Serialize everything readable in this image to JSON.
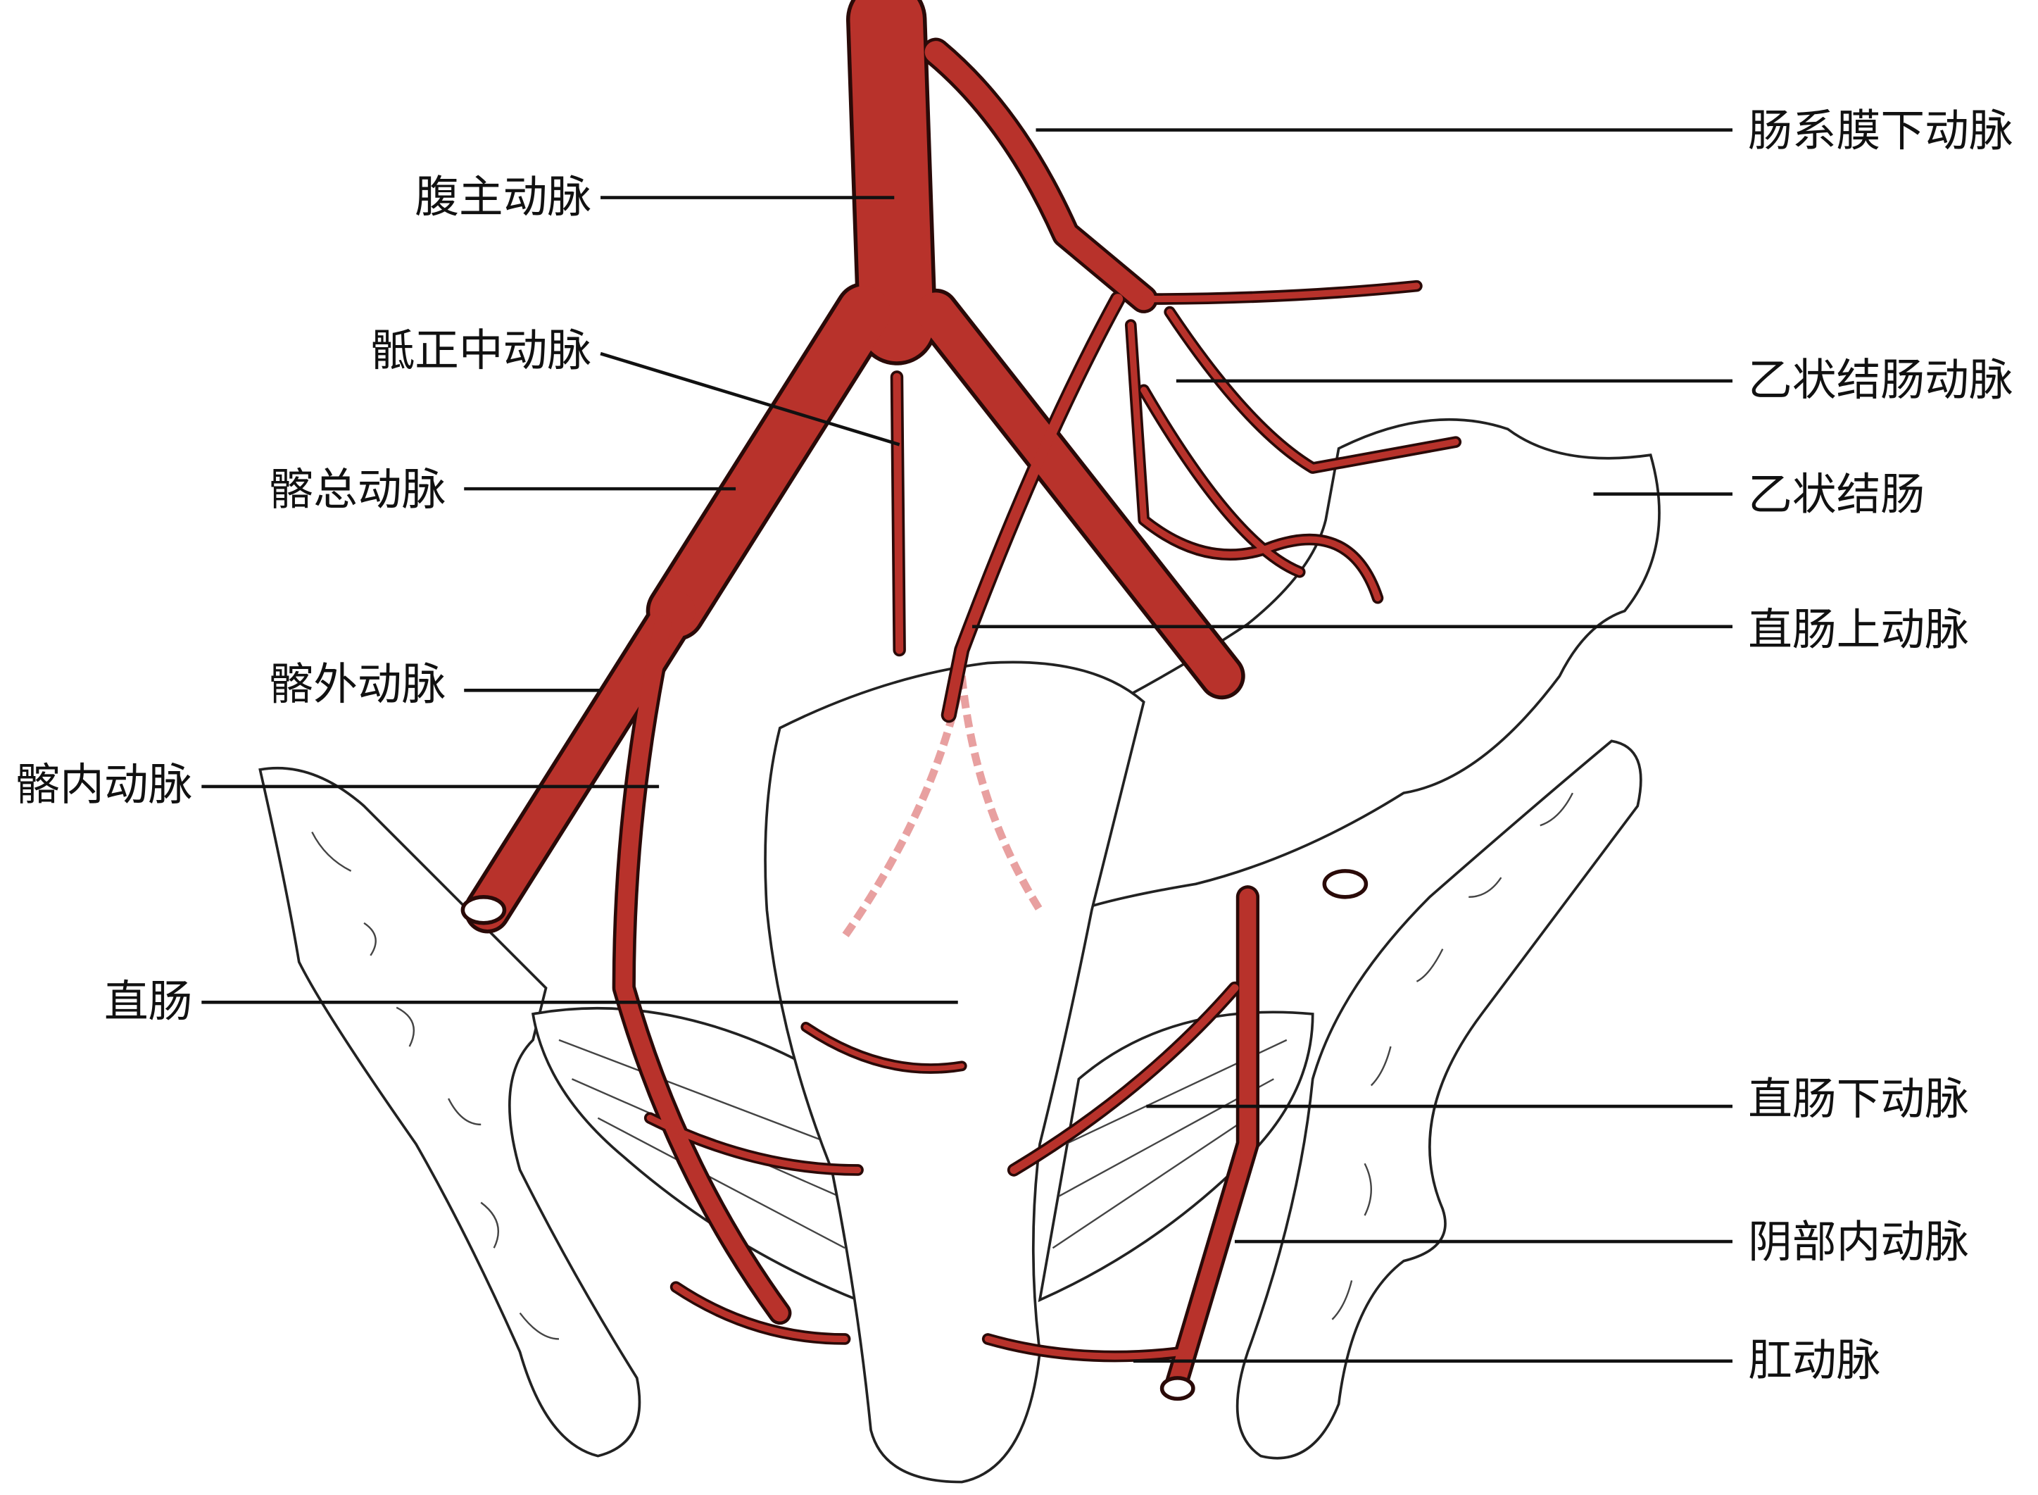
{
  "title": "直肠及乙状结肠动脉供应示意图",
  "colors": {
    "artery": "#b8322b",
    "artery_outline": "#2a0a08",
    "line": "#111111",
    "background": "#ffffff"
  },
  "labels": {
    "inferior_mesenteric_artery": "肠系膜下动脉",
    "abdominal_aorta": "腹主动脉",
    "median_sacral_artery": "骶正中动脉",
    "sigmoid_arteries": "乙状结肠动脉",
    "common_iliac_artery": "髂总动脉",
    "sigmoid_colon": "乙状结肠",
    "superior_rectal_artery": "直肠上动脉",
    "external_iliac_artery": "髂外动脉",
    "internal_iliac_artery": "髂内动脉",
    "rectum": "直肠",
    "inferior_rectal_artery": "直肠下动脉",
    "internal_pudendal_artery": "阴部内动脉",
    "anal_artery": "肛动脉"
  }
}
